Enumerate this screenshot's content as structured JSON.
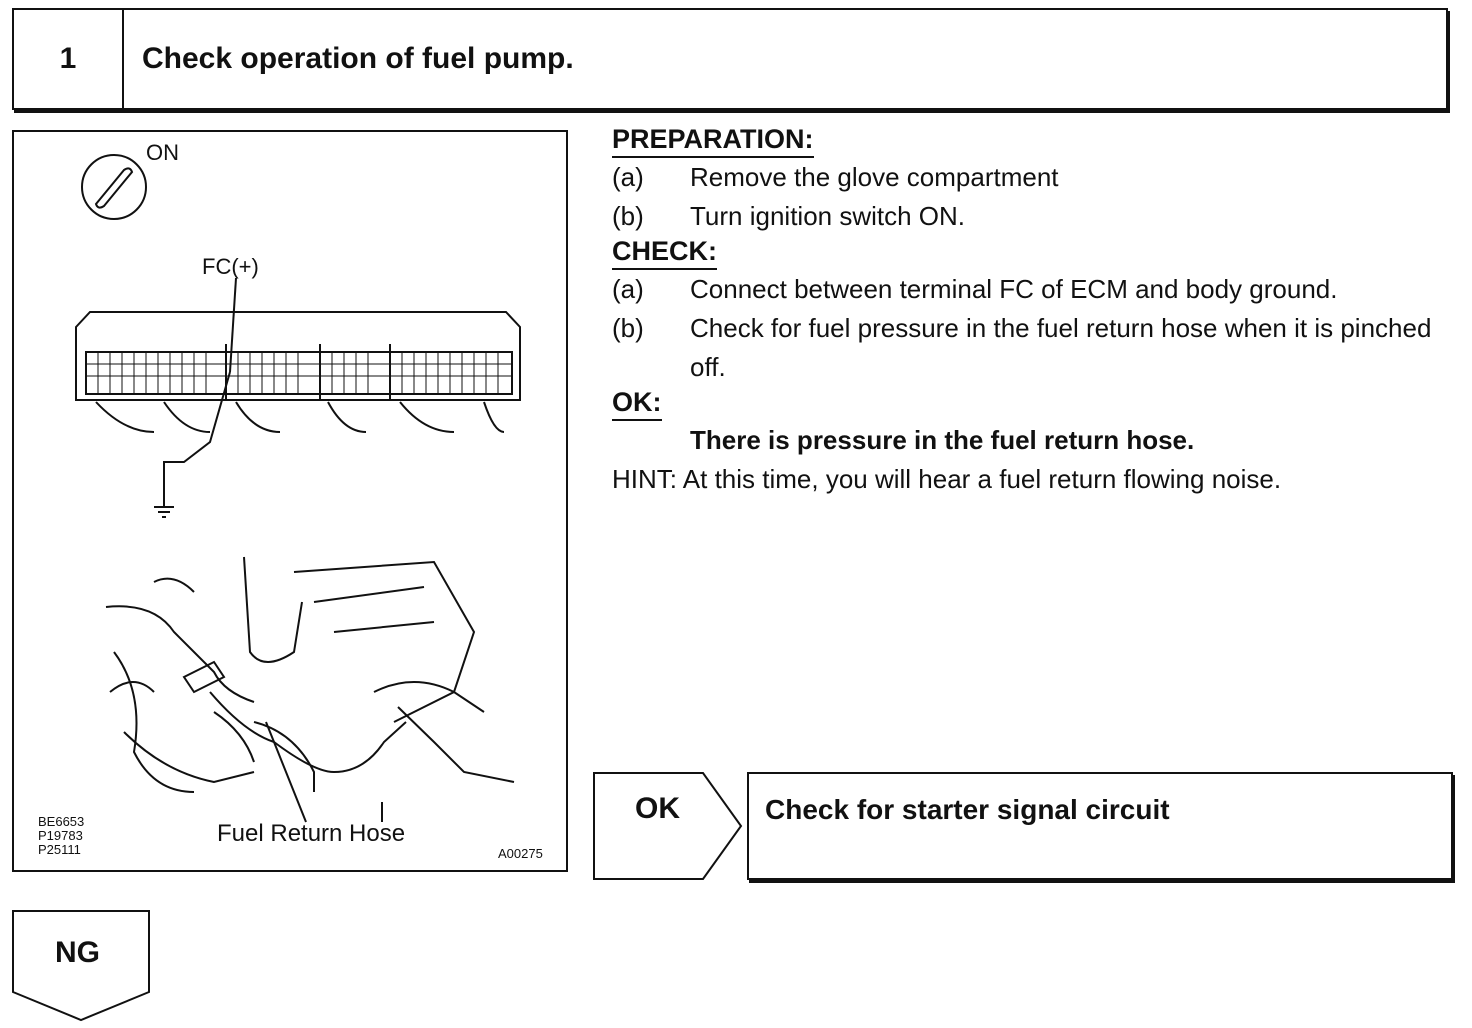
{
  "step": {
    "number": "1",
    "title": "Check operation of fuel pump."
  },
  "figure": {
    "ignition_label": "ON",
    "terminal_label": "FC(+)",
    "hose_label": "Fuel Return Hose",
    "codes_left": "BE6653\nP19783\nP25111",
    "code_right": "A00275"
  },
  "preparation": {
    "heading": "PREPARATION:",
    "items": [
      {
        "label": "(a)",
        "text": "Remove the glove compartment"
      },
      {
        "label": "(b)",
        "text": "Turn ignition switch ON."
      }
    ]
  },
  "check": {
    "heading": "CHECK:",
    "items": [
      {
        "label": "(a)",
        "text": "Connect between terminal FC of ECM and body ground."
      },
      {
        "label": "(b)",
        "text": "Check for fuel pressure in the fuel return hose when it is pinched off."
      }
    ]
  },
  "ok_section": {
    "heading": "OK:",
    "result": "There is pressure in the fuel return hose."
  },
  "hint": "HINT: At this time, you will hear a fuel return flowing noise.",
  "flow": {
    "ok_label": "OK",
    "ok_action": "Check for starter signal circuit",
    "ng_label": "NG"
  }
}
